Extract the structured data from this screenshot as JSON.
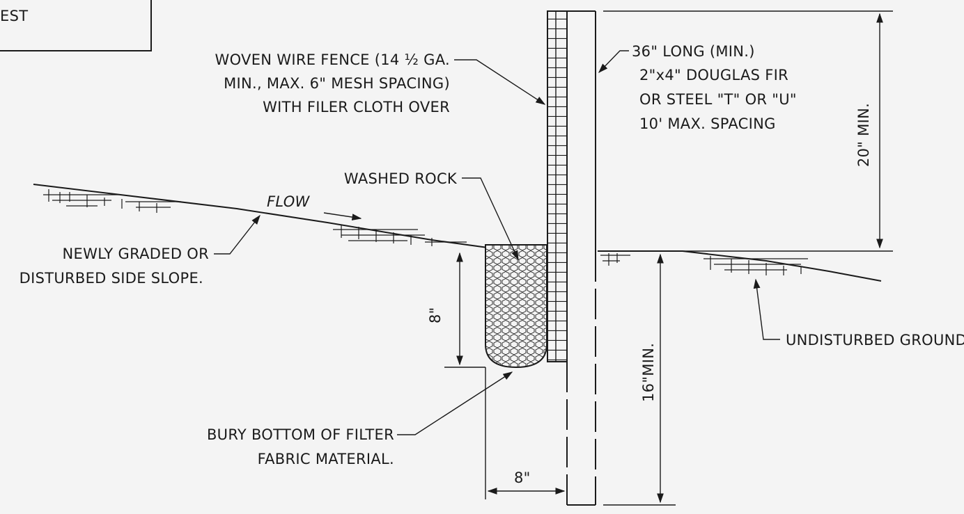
{
  "title_block": {
    "text": "EST"
  },
  "labels": {
    "fence": [
      "WOVEN WIRE FENCE (14 ½ GA.",
      "MIN., MAX. 6\" MESH SPACING)",
      "WITH FILER CLOTH OVER"
    ],
    "post": [
      "36\" LONG (MIN.)",
      "2\"x4\" DOUGLAS FIR",
      "OR STEEL \"T\" OR \"U\"",
      "10' MAX. SPACING"
    ],
    "washed_rock": "WASHED ROCK",
    "flow": "FLOW",
    "slope": [
      "NEWLY GRADED OR",
      "DISTURBED SIDE SLOPE."
    ],
    "undisturbed": "UNDISTURBED GROUND",
    "bury": [
      "BURY BOTTOM OF FILTER",
      "FABRIC MATERIAL."
    ]
  },
  "dimensions": {
    "height_above": "20\" MIN.",
    "trench_depth": "8\"",
    "post_embed": "16\"MIN.",
    "trench_width": "8\""
  },
  "colors": {
    "ink": "#1a1a1a",
    "paper": "#f4f4f4"
  }
}
